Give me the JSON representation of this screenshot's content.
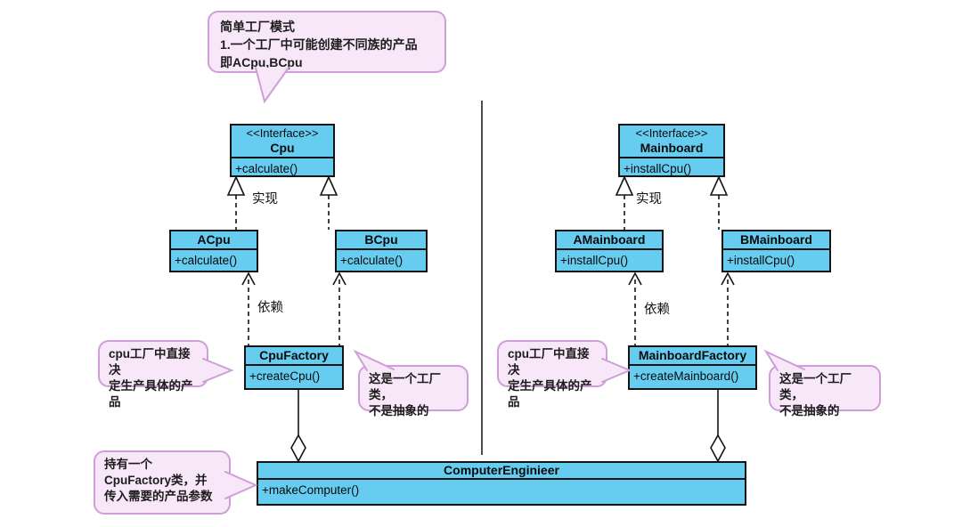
{
  "notes": {
    "top": {
      "lines": [
        "简单工厂模式",
        "1.一个工厂中可能创建不同族的产品",
        "即ACpu,BCpu"
      ]
    },
    "cpu_factory_left": {
      "lines": [
        "cpu工厂中直接决",
        "定生产具体的产品"
      ]
    },
    "cpu_factory_right": {
      "lines": [
        "这是一个工厂类，",
        "不是抽象的"
      ]
    },
    "mainboard_factory_left": {
      "lines": [
        "cpu工厂中直接决",
        "定生产具体的产品"
      ]
    },
    "mainboard_factory_right": {
      "lines": [
        "这是一个工厂类，",
        "不是抽象的"
      ]
    },
    "bottom": {
      "lines": [
        "持有一个",
        "CpuFactory类，并",
        "传入需要的产品参数"
      ]
    }
  },
  "classes": {
    "cpu": {
      "stereotype": "<<Interface>>",
      "name": "Cpu",
      "method": "+calculate()"
    },
    "mainboard": {
      "stereotype": "<<Interface>>",
      "name": "Mainboard",
      "method": "+installCpu()"
    },
    "acpu": {
      "name": "ACpu",
      "method": "+calculate()"
    },
    "bcpu": {
      "name": "BCpu",
      "method": "+calculate()"
    },
    "amainboard": {
      "name": "AMainboard",
      "method": "+installCpu()"
    },
    "bmainboard": {
      "name": "BMainboard",
      "method": "+installCpu()"
    },
    "cpu_factory": {
      "name": "CpuFactory",
      "method": "+createCpu()"
    },
    "mainboard_factory": {
      "name": "MainboardFactory",
      "method": "+createMainboard()"
    },
    "computer_engineer": {
      "name": "ComputerEnginieer",
      "method": "+makeComputer()"
    }
  },
  "labels": {
    "realize_left": "实现",
    "realize_right": "实现",
    "depend_left": "依赖",
    "depend_right": "依赖"
  },
  "colors": {
    "class_fill": "#66cdf1",
    "class_border": "#141414",
    "note_fill": "#f7e7f9",
    "note_border": "#cf9ed8",
    "background": "#ffffff"
  }
}
